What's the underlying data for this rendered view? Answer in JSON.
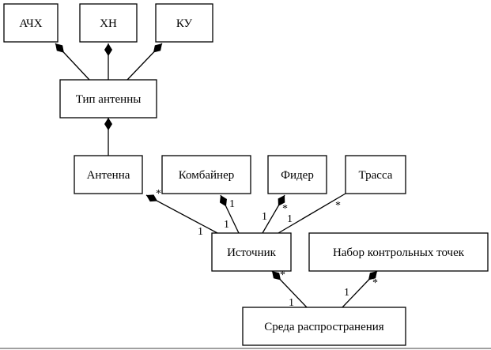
{
  "diagram": {
    "type": "uml-class-composition",
    "nodes": [
      {
        "id": "achx",
        "label": "АЧХ"
      },
      {
        "id": "xn",
        "label": "ХН"
      },
      {
        "id": "ku",
        "label": "КУ"
      },
      {
        "id": "tip",
        "label": "Тип антенны"
      },
      {
        "id": "antenna",
        "label": "Антенна"
      },
      {
        "id": "combiner",
        "label": "Комбайнер"
      },
      {
        "id": "feeder",
        "label": "Фидер"
      },
      {
        "id": "trassa",
        "label": "Трасса"
      },
      {
        "id": "source",
        "label": "Источник"
      },
      {
        "id": "points",
        "label": "Набор контрольных точек"
      },
      {
        "id": "medium",
        "label": "Среда распространения"
      }
    ],
    "edges": [
      {
        "from": "tip",
        "to": "achx",
        "composition_at": "achx",
        "mult_from": "",
        "mult_to": ""
      },
      {
        "from": "tip",
        "to": "xn",
        "composition_at": "xn",
        "mult_from": "",
        "mult_to": ""
      },
      {
        "from": "tip",
        "to": "ku",
        "composition_at": "ku",
        "mult_from": "",
        "mult_to": ""
      },
      {
        "from": "antenna",
        "to": "tip",
        "composition_at": "tip",
        "mult_from": "",
        "mult_to": ""
      },
      {
        "from": "source",
        "to": "antenna",
        "composition_at": "antenna",
        "mult_from": "1",
        "mult_to": "*"
      },
      {
        "from": "source",
        "to": "combiner",
        "composition_at": "combiner",
        "mult_from": "1",
        "mult_to": "1"
      },
      {
        "from": "source",
        "to": "feeder",
        "composition_at": "feeder",
        "mult_from": "1",
        "mult_to": "*"
      },
      {
        "from": "source",
        "to": "trassa",
        "composition_at": "",
        "mult_from": "1",
        "mult_to": "*"
      },
      {
        "from": "medium",
        "to": "source",
        "composition_at": "source",
        "mult_from": "1",
        "mult_to": "*"
      },
      {
        "from": "medium",
        "to": "points",
        "composition_at": "points",
        "mult_from": "1",
        "mult_to": "*"
      }
    ]
  }
}
